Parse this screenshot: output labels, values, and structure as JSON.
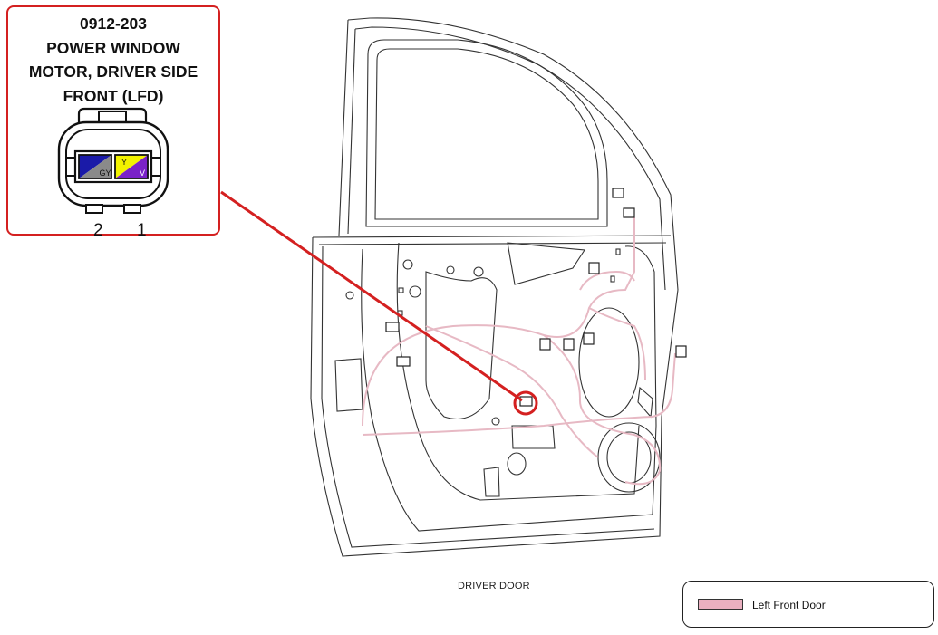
{
  "connector": {
    "part_number": "0912-203",
    "title_line_1": "POWER WINDOW",
    "title_line_2": "MOTOR, DRIVER SIDE",
    "title_line_3": "FRONT (LFD)",
    "pins": [
      {
        "number": "2",
        "wire_label": "GY",
        "color_a": "#1a1aa8",
        "color_b": "#8a8a8a"
      },
      {
        "number": "1",
        "wire_label": "Y",
        "wire_label_2": "V",
        "color_a": "#f2f200",
        "color_b": "#7a22c8"
      }
    ]
  },
  "diagram": {
    "view_label": "DRIVER DOOR",
    "harness_color": "#e7b9c4",
    "callout_color": "#d42020"
  },
  "legend": {
    "items": [
      {
        "label": "Left Front Door",
        "color": "#eab0c0"
      }
    ]
  }
}
